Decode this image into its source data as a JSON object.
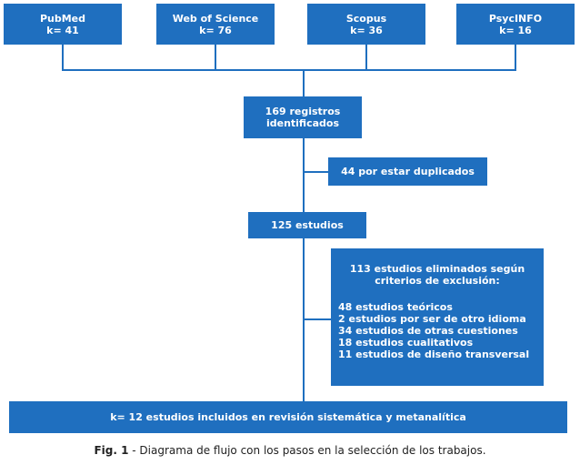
{
  "sources": [
    {
      "name": "PubMed",
      "k": "k= 41"
    },
    {
      "name": "Web of Science",
      "k": "k= 76"
    },
    {
      "name": "Scopus",
      "k": "k= 36"
    },
    {
      "name": "PsycINFO",
      "k": "k= 16"
    }
  ],
  "identified": {
    "line1": "169 registros",
    "line2": "identificados"
  },
  "duplicates": "44 por estar duplicados",
  "studies": "125 estudios",
  "excluded": {
    "title_line1": "113 estudios eliminados según",
    "title_line2": "criterios de exclusión:",
    "items": [
      "48 estudios teóricos",
      "2 estudios por ser de otro idioma",
      "34 estudios de otras cuestiones",
      "18 estudios cualitativos",
      "11 estudios de diseño transversal"
    ]
  },
  "final": "k= 12 estudios incluidos en revisión sistemática y metanalítica",
  "caption": {
    "label": "Fig. 1",
    "text": " - Diagrama de flujo con los pasos en la selección de los trabajos."
  },
  "colors": {
    "box": "#1f6fbf",
    "text": "#ffffff"
  }
}
